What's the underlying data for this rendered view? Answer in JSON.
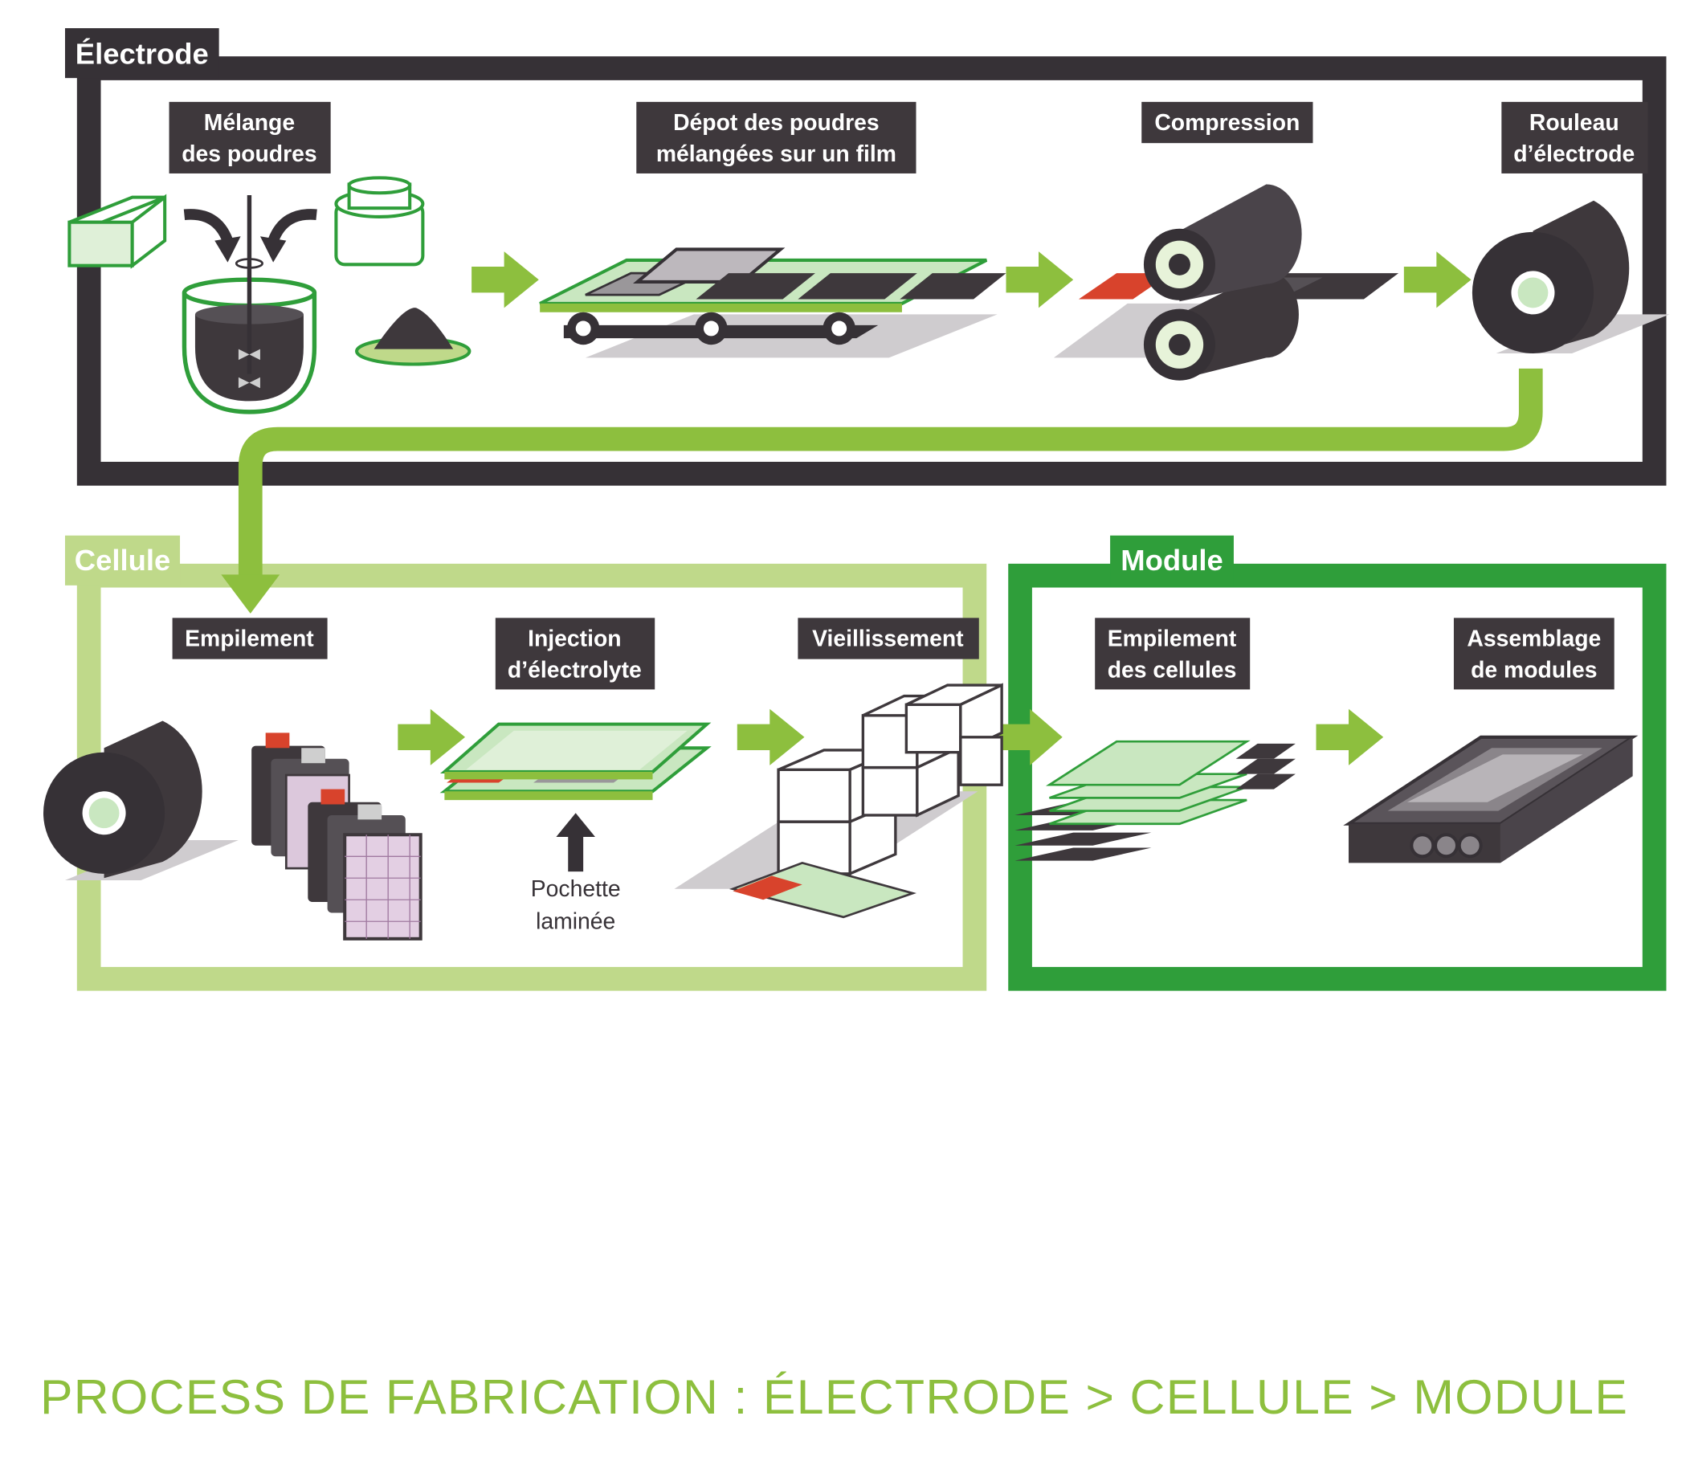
{
  "sections": {
    "electrode": "Électrode",
    "cellule": "Cellule",
    "module": "Module"
  },
  "steps": {
    "melange_l1": "Mélange",
    "melange_l2": "des poudres",
    "depot_l1": "Dépot des poudres",
    "depot_l2": "mélangées sur un film",
    "compression": "Compression",
    "rouleau_l1": "Rouleau",
    "rouleau_l2": "d’électrode",
    "empilement": "Empilement",
    "injection_l1": "Injection",
    "injection_l2": "d’électrolyte",
    "vieillissement": "Vieillissement",
    "empil_cells_l1": "Empilement",
    "empil_cells_l2": "des cellules",
    "assemblage_l1": "Assemblage",
    "assemblage_l2": "de modules"
  },
  "annotation": {
    "pochette_l1": "Pochette",
    "pochette_l2": "laminée"
  },
  "caption": "PROCESS DE FABRICATION : ÉLECTRODE > CELLULE > MODULE",
  "colors": {
    "dark": "#363136",
    "light_green": "#bfd98a",
    "mid_green": "#8dbf3e",
    "module_green": "#2f9e3a",
    "red": "#d8432c"
  }
}
